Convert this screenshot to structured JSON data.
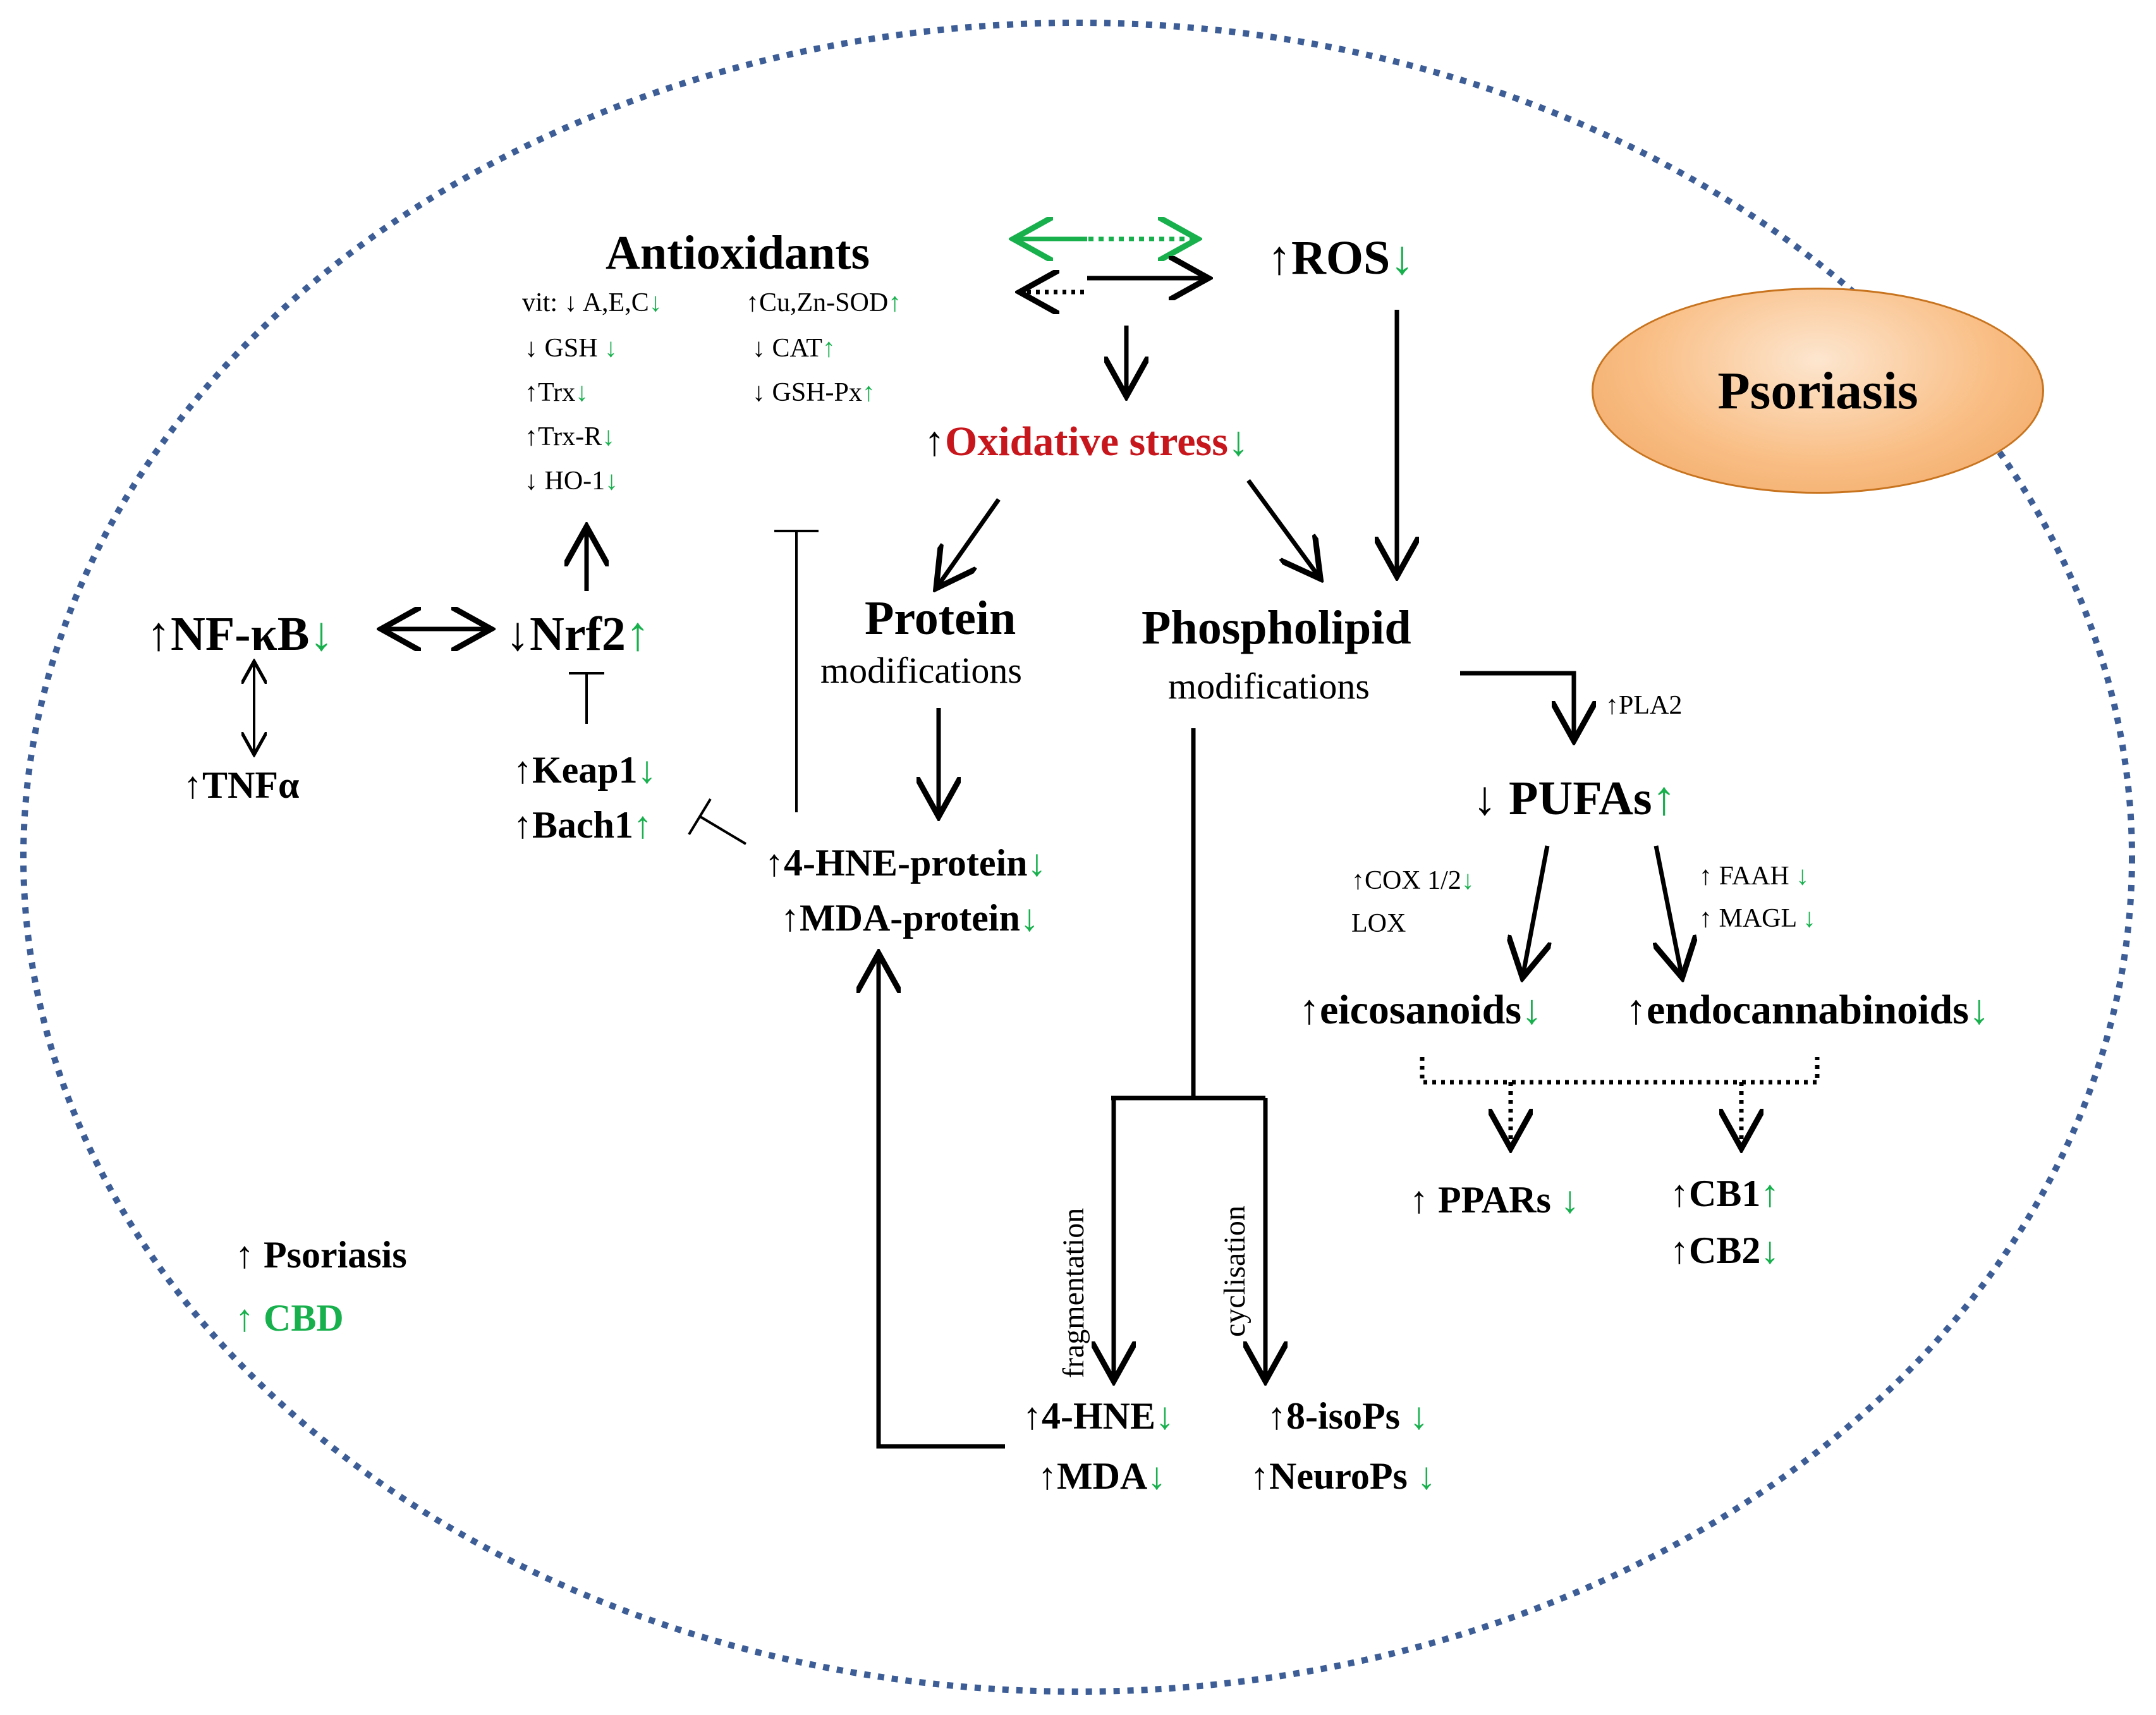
{
  "badge": "Psoriasis",
  "up": "↑",
  "down": "↓",
  "arrow": {
    "both": "↔"
  },
  "antioxidants": {
    "title": "Antioxidants",
    "vit_prefix": "vit:",
    "vit": "A,E,C",
    "gsh": "GSH",
    "trx": "Trx",
    "trxr": "Trx-R",
    "ho1": "HO-1",
    "sod": "Cu,Zn-SOD",
    "cat": "CAT",
    "gshpx": "GSH-Px"
  },
  "ros": "ROS",
  "oxidative_stress": "Oxidative stress",
  "nfkb": "NF-κB",
  "nrf2": "Nrf2",
  "tnfa": "TNFα",
  "keap1": "Keap1",
  "bach1": "Bach1",
  "protein": {
    "title": "Protein",
    "sub": "modifications"
  },
  "phospholipid": {
    "title": "Phospholipid",
    "sub": "modifications"
  },
  "pla2": "PLA2",
  "pufas": "PUFAs",
  "hne_protein": "4-HNE-protein",
  "mda_protein": "MDA-protein",
  "cox": "COX 1/2",
  "lox": "LOX",
  "faah": "FAAH",
  "magl": "MAGL",
  "eicosanoids": "eicosanoids",
  "endocannabinoids": "endocannabinoids",
  "ppars": "PPARs",
  "cb1": "CB1",
  "cb2": "CB2",
  "fragmentation": "fragmentation",
  "cyclisation": "cyclisation",
  "hne": "4-HNE",
  "mda": "MDA",
  "isops": "8-isoPs",
  "neurops": "NeuroPs",
  "legend": {
    "psoriasis": "Psoriasis",
    "cbd": "CBD"
  },
  "colors": {
    "cbd_green": "#17b04d",
    "oxidative_red": "#c8161d",
    "ellipse_blue": "#3c5d96",
    "badge_orange": "#f9be85"
  }
}
